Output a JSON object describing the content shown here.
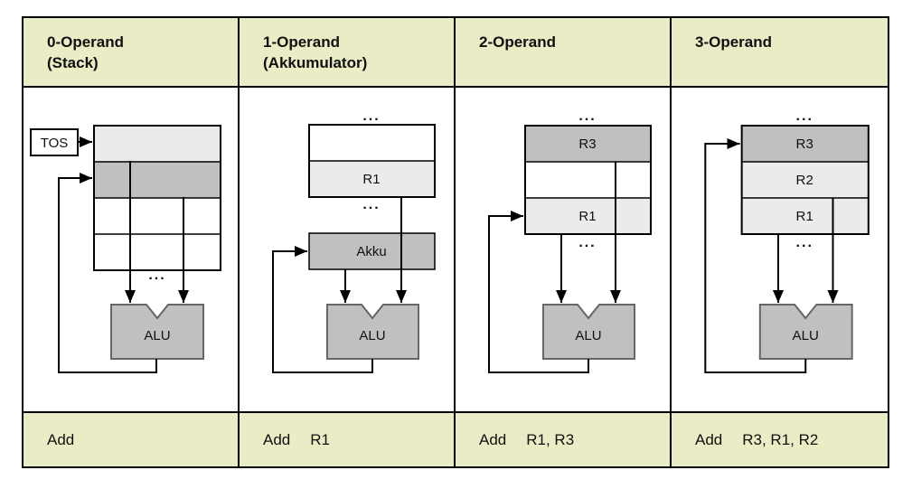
{
  "colors": {
    "header_bg": "#e9ecc5",
    "cell_light": "#ebebeb",
    "cell_mid": "#c0c0c0",
    "alu_fill": "#c0c0c0",
    "alu_stroke": "#666666",
    "line_color": "#000000",
    "table_border": "#000000",
    "text_color": "#111111"
  },
  "columns": [
    {
      "header_line1": "0-Operand",
      "header_line2": "(Stack)",
      "tos_label": "TOS",
      "dots_bottom": "...",
      "alu_label": "ALU",
      "instruction": {
        "mnemonic": "Add",
        "operands": ""
      }
    },
    {
      "header_line1": "1-Operand",
      "header_line2": "(Akkumulator)",
      "dots_top": "...",
      "register_cells": [
        "",
        "R1"
      ],
      "dots_bottom": "...",
      "akku_label": "Akku",
      "alu_label": "ALU",
      "instruction": {
        "mnemonic": "Add",
        "operands": "R1"
      }
    },
    {
      "header_line1": "2-Operand",
      "header_line2": "",
      "dots_top": "...",
      "register_cells": [
        "R3",
        "",
        "R1"
      ],
      "dots_bottom": "...",
      "alu_label": "ALU",
      "instruction": {
        "mnemonic": "Add",
        "operands": "R1, R3"
      }
    },
    {
      "header_line1": "3-Operand",
      "header_line2": "",
      "dots_top": "...",
      "register_cells": [
        "R3",
        "R2",
        "R1"
      ],
      "dots_bottom": "...",
      "alu_label": "ALU",
      "instruction": {
        "mnemonic": "Add",
        "operands": "R3, R1, R2"
      }
    }
  ]
}
